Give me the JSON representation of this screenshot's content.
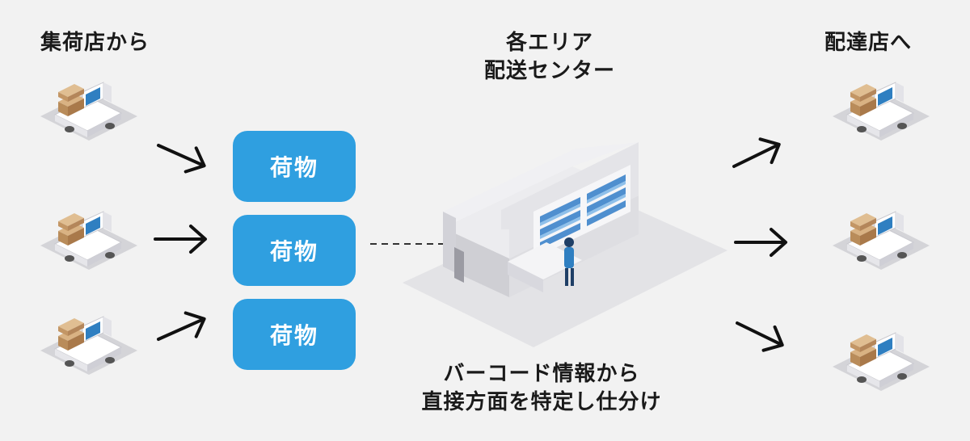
{
  "labels": {
    "origin": "集荷店から",
    "center_line1": "各エリア",
    "center_line2": "配送センター",
    "destination": "配達店へ",
    "caption_line1": "バーコード情報から",
    "caption_line2": "直接方面を特定し仕分け"
  },
  "boxes": [
    "荷物",
    "荷物",
    "荷物"
  ],
  "colors": {
    "box": "#2f9fe0",
    "background": "#f2f2f2",
    "truck_body": "#ffffff",
    "truck_screen": "#2f7fc1",
    "cargo": "#c8a070",
    "floor": "#d8d8dc"
  },
  "icons": {
    "truck": "delivery-truck-icon",
    "arrow": "arrow-icon",
    "center": "sorting-center-illustration"
  }
}
